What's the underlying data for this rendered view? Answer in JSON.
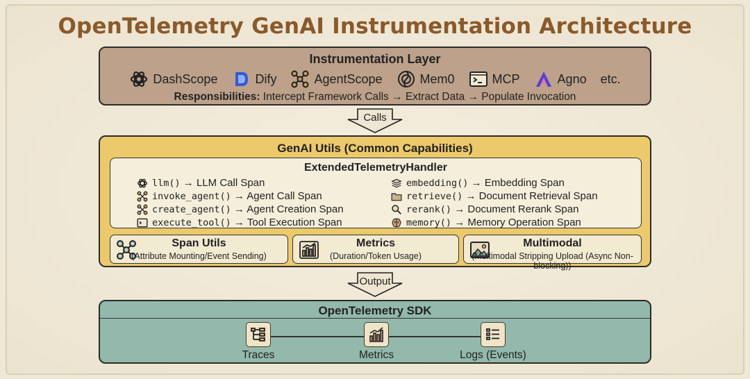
{
  "title": "OpenTelemetry GenAI Instrumentation Architecture",
  "instrumentation": {
    "title": "Instrumentation Layer",
    "frameworks": [
      {
        "name": "DashScope",
        "icon": "openai-knot-icon"
      },
      {
        "name": "Dify",
        "icon": "dify-logo-icon"
      },
      {
        "name": "AgentScope",
        "icon": "agent-network-icon"
      },
      {
        "name": "Mem0",
        "icon": "mem0-logo-icon"
      },
      {
        "name": "MCP",
        "icon": "terminal-icon"
      },
      {
        "name": "Agno",
        "icon": "agno-logo-icon"
      }
    ],
    "etc": "etc.",
    "responsibilities_label": "Responsibilities:",
    "responsibilities_text": " Intercept Framework Calls → Extract Data → Populate Invocation"
  },
  "arrow1": "Calls",
  "genai_utils": {
    "title": "GenAI Utils (Common Capabilities)",
    "handler": {
      "title": "ExtendedTelemetryHandler",
      "left_methods": [
        {
          "code": "llm()",
          "text": " → LLM Call Span",
          "icon": "openai-knot-icon"
        },
        {
          "code": "invoke_agent()",
          "text": " → Agent Call Span",
          "icon": "agent-network-icon"
        },
        {
          "code": "create_agent()",
          "text": " → Agent Creation Span",
          "icon": "agent-network-icon"
        },
        {
          "code": "execute_tool()",
          "text": " → Tool Execution Span",
          "icon": "terminal-icon"
        }
      ],
      "right_methods": [
        {
          "code": "embedding()",
          "text": " → Embedding Span",
          "icon": "layers-icon"
        },
        {
          "code": "retrieve()",
          "text": " → Document Retrieval Span",
          "icon": "folder-icon"
        },
        {
          "code": "rerank()",
          "text": " → Document Rerank Span",
          "icon": "magnifier-icon"
        },
        {
          "code": "memory()",
          "text": " → Memory Operation Span",
          "icon": "brain-icon"
        }
      ]
    },
    "span_utils": {
      "title": "Span Utils",
      "desc": "(Attribute Mounting/Event Sending)"
    },
    "metrics": {
      "title": "Metrics",
      "desc": "(Duration/Token Usage)"
    },
    "multimodal": {
      "title": "Multimodal",
      "desc": "(Multimodal Stripping Upload (Async Non-blocking))"
    }
  },
  "arrow2": "Output",
  "sdk": {
    "title": "OpenTelemetry SDK",
    "outputs": [
      "Traces",
      "Metrics",
      "Logs (Events)"
    ]
  },
  "colors": {
    "title": "#8a5a2b",
    "instrumentation_bg": "#bda18a",
    "utils_bg": "#ecc96a",
    "sdk_bg": "#93b8ac",
    "background": "#efe8d7"
  }
}
